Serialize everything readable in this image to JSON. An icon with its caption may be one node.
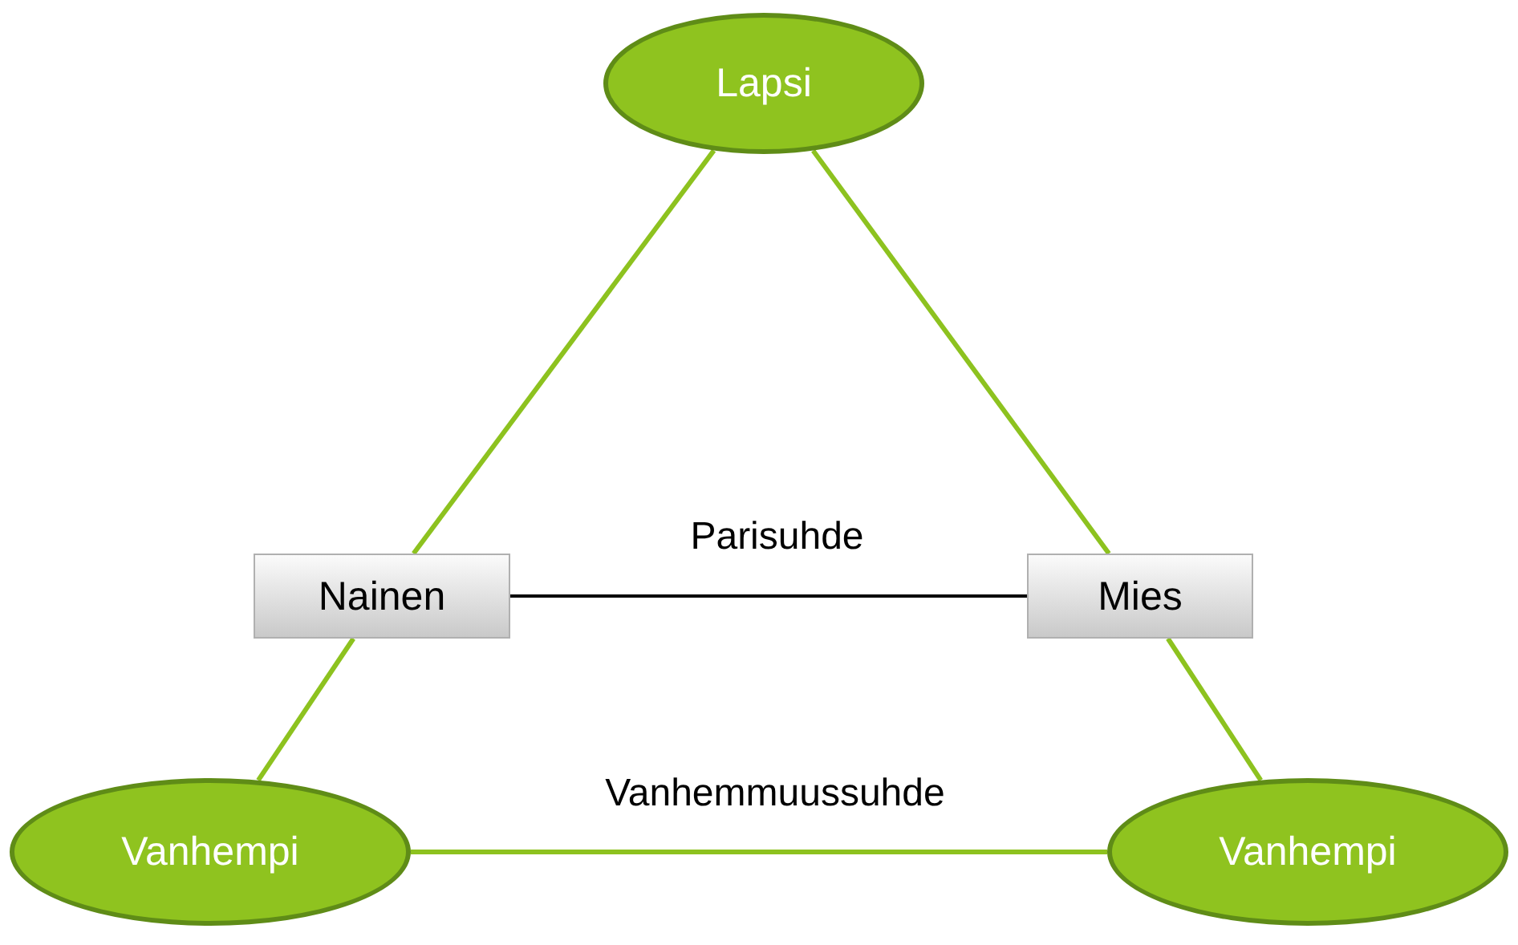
{
  "diagram": {
    "nodes": [
      {
        "text": [
          "Lapsi"
        ]
      },
      {
        "text": [
          "Nainen"
        ]
      },
      {
        "text": [
          "Mies"
        ]
      },
      {
        "text": [
          "Vanhempi"
        ]
      },
      {
        "text": [
          "Vanhempi"
        ]
      }
    ],
    "edges": [
      {
        "from": 0,
        "to": 1,
        "arrow": "none"
      },
      {
        "from": 1,
        "to": 3,
        "arrow": "none"
      },
      {
        "from": 0,
        "to": 2,
        "arrow": "none"
      },
      {
        "from": 2,
        "to": 4,
        "arrow": "none"
      },
      {
        "from": 1,
        "to": 2,
        "arrow": "none",
        "label": "Parisuhde",
        "color": "#000000"
      },
      {
        "from": 3,
        "to": 4,
        "arrow": "none",
        "label": "Vanhemmuussuhde"
      }
    ]
  }
}
